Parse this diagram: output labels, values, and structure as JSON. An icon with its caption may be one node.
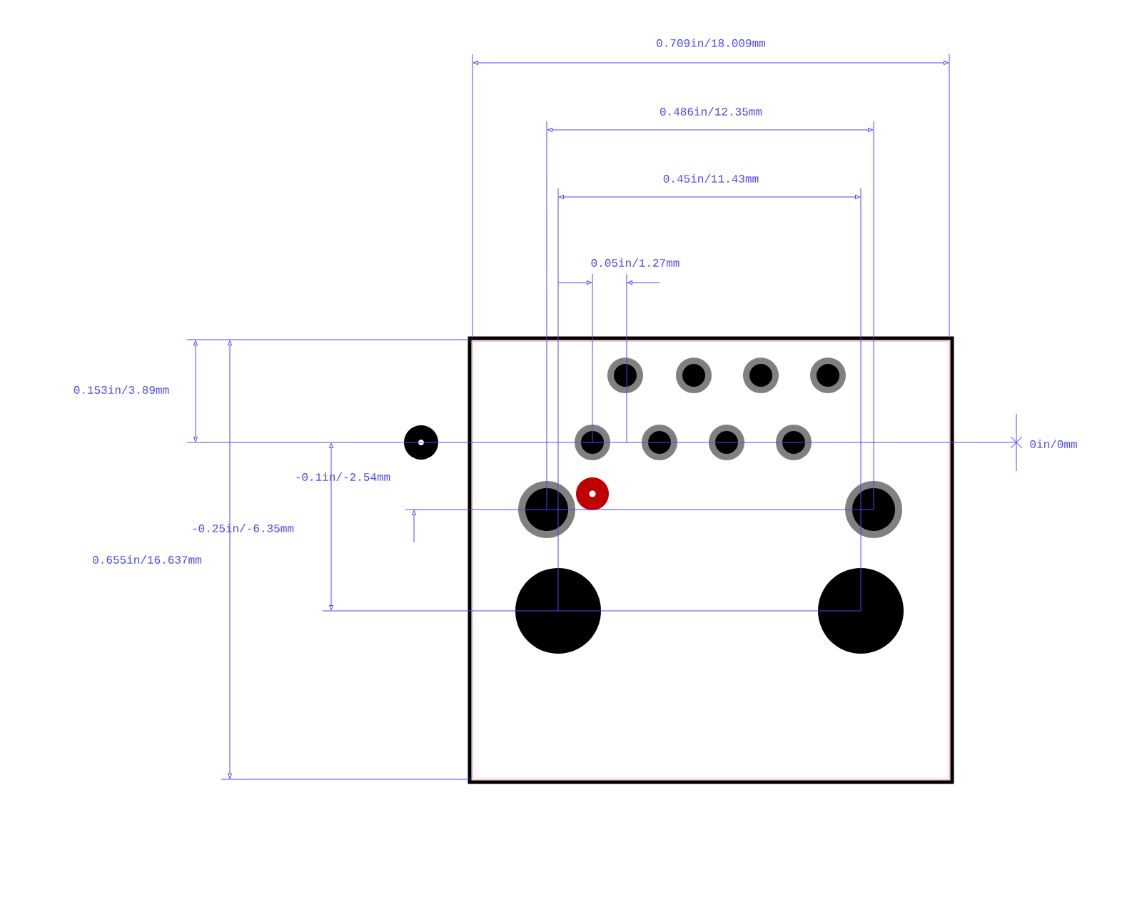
{
  "diagram": {
    "labels": [
      "0.709in/18.009mm",
      "0.486in/12.35mm",
      "0.45in/11.43mm",
      "0.05in/1.27mm",
      "0.153in/3.89mm",
      "0in/0mm",
      "-0.1in/-2.54mm",
      "-0.25in/-6.35mm",
      "0.655in/16.637mm"
    ]
  }
}
